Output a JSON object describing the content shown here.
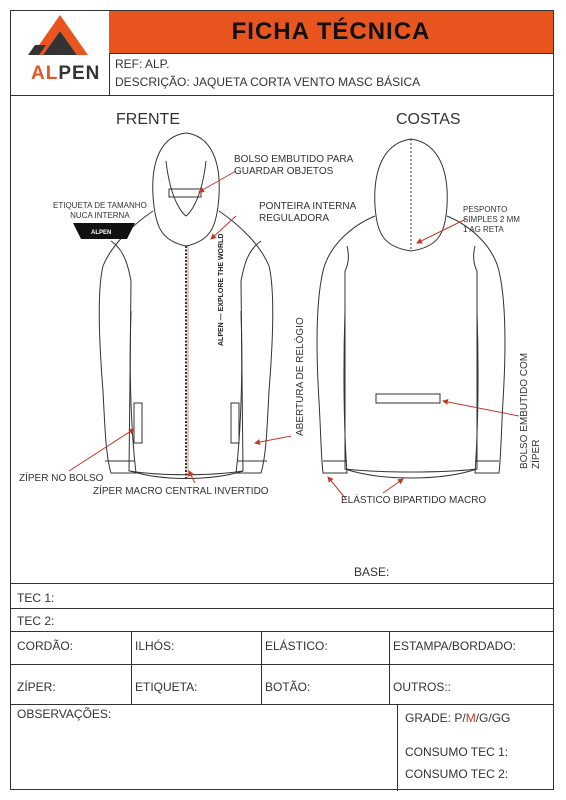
{
  "header": {
    "title": "FICHA TÉCNICA",
    "brand_left": "AL",
    "brand_right": "PEN",
    "ref": "REF: ALP.",
    "description": "DESCRIÇÃO: JAQUETA CORTA VENTO MASC BÁSICA"
  },
  "views": {
    "front": "FRENTE",
    "back": "COSTAS"
  },
  "annotations": {
    "pocket_hood": "BOLSO EMBUTIDO PARA\nGUARDAR OBJETOS",
    "size_label": "ETIQUETA DE TAMANHO\nNUCA INTERNA",
    "drawcord": "PONTEIRA INTERNA\nREGULADORA",
    "stitch": "PESPONTO\nSIMPLES 2 MM\n1 AG RETA",
    "watch_opening": "ABERTURA DE RELÓGIO",
    "back_pocket": "BOLSO EMBUTIDO COM\nZÍPER",
    "zip_pocket": "ZÍPER NO BOLSO",
    "central_zip": "ZÍPER MACRO CENTRAL INVERTIDO",
    "elastic": "ELÁSTICO BIPARTIDO MACRO",
    "sleeve_print": "ALPEN — EXPLORE THE WORLD",
    "label_tag": "ALPEN"
  },
  "base_label": "BASE:",
  "tec": {
    "tec1": "TEC 1:",
    "tec2": "TEC 2:"
  },
  "fields": {
    "cordao": "CORDÃO:",
    "ilhos": "ILHÓS:",
    "elastico": "ELÁSTICO:",
    "estampa": "ESTAMPA/BORDADO:",
    "ziper": "ZÍPER:",
    "etiqueta": "ETIQUETA:",
    "botao": "BOTÃO:",
    "outros": "OUTROS::"
  },
  "observacoes": "OBSERVAÇÕES:",
  "grade": {
    "label": "GRADE: ",
    "p": "P/",
    "m": "M",
    "rest": "/G/GG"
  },
  "consumo": {
    "tec1": "CONSUMO TEC 1:",
    "tec2": "CONSUMO TEC 2:"
  },
  "colors": {
    "accent": "#e8551f",
    "arrow": "#c0392b",
    "line": "#333333"
  }
}
